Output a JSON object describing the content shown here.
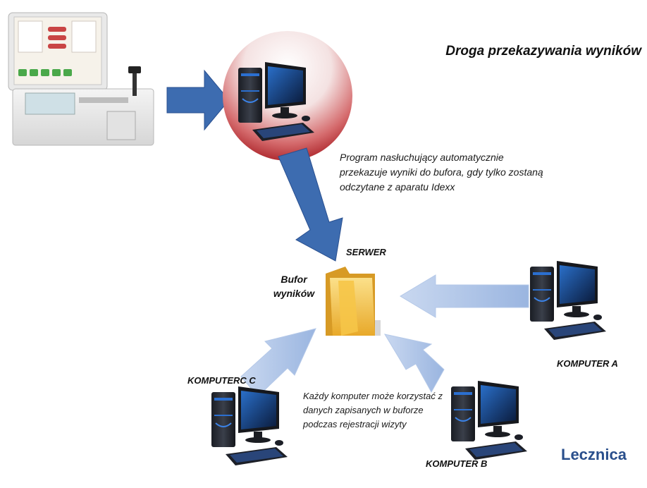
{
  "title": "Droga przekazywania wyników",
  "listener_note": "Program nasłuchujący automatycznie przekazuje wyniki do bufora, gdy tylko zostaną odczytane z aparatu Idexx",
  "server_label": "SERWER",
  "buffer_label_line1": "Bufor",
  "buffer_label_line2": "wyników",
  "computer_a_label": "KOMPUTER A",
  "computer_b_label": "KOMPUTER  B",
  "computer_c_label": "KOMPUTERC C",
  "computers_note": "Każdy komputer może korzystać z danych zapisanych w buforze podczas rejestracji wizyty",
  "clinic_label": "Lecznica",
  "colors": {
    "arrow_dark": "#3d6cb0",
    "arrow_light": "#a9c1e6",
    "circle_red": "#b8262c",
    "clinic_text": "#2a4f8c",
    "folder": "#f2c04a"
  },
  "icons": [
    "analyzer-device-icon",
    "desktop-computer-icon",
    "folder-icon"
  ]
}
